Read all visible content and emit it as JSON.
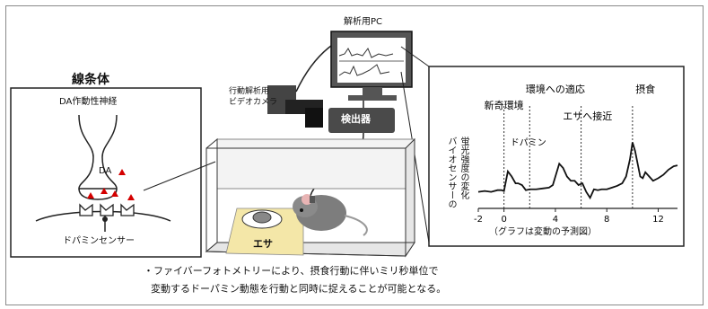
{
  "striatum": {
    "title": "線条体",
    "neuron_label": "DA作動性神経",
    "da_label": "DA",
    "sensor_label": "ドパミンセンサー"
  },
  "pc_label": "解析用PC",
  "camera_label_line1": "行動解析用",
  "camera_label_line2": "ビデオカメラ",
  "detector_label": "検出器",
  "food_label": "エサ",
  "chart_data": {
    "type": "line",
    "title": "",
    "ylabel_line1": "バイオセンサーの",
    "ylabel_line2": "蛍光強度の変化",
    "xlabel": "",
    "caption": "（グラフは変動の予測図）",
    "xticks": [
      "-2",
      "0",
      "4",
      "8",
      "12"
    ],
    "xlim": [
      -2,
      13.5
    ],
    "ylim": [
      0,
      1
    ],
    "vlines": [
      0,
      2,
      6,
      10
    ],
    "annotations": [
      {
        "text": "環境への適応",
        "x": 4
      },
      {
        "text": "新奇環境",
        "x": 0
      },
      {
        "text": "エサへ接近",
        "x": 6.5
      },
      {
        "text": "摂食",
        "x": 11
      },
      {
        "text": "ドパミン",
        "x": 0.5
      }
    ],
    "series": [
      {
        "x": [
          -2,
          -1.5,
          -1,
          -0.5,
          -0.2,
          0,
          0.3,
          0.6,
          0.9,
          1.1,
          1.4,
          1.7,
          2,
          2.5,
          3,
          3.5,
          3.8,
          4,
          4.3,
          4.6,
          4.9,
          5.2,
          5.5,
          5.8,
          6.1,
          6.4,
          6.7,
          7,
          7.3,
          7.6,
          8,
          8.4,
          8.8,
          9.2,
          9.5,
          9.8,
          10,
          10.2,
          10.4,
          10.6,
          10.8,
          11,
          11.3,
          11.6,
          12,
          12.4,
          12.8,
          13.2,
          13.5
        ],
        "y": [
          0.12,
          0.13,
          0.12,
          0.14,
          0.14,
          0.13,
          0.36,
          0.3,
          0.22,
          0.22,
          0.2,
          0.14,
          0.15,
          0.15,
          0.16,
          0.17,
          0.2,
          0.3,
          0.45,
          0.4,
          0.3,
          0.25,
          0.25,
          0.2,
          0.22,
          0.12,
          0.05,
          0.15,
          0.14,
          0.15,
          0.15,
          0.17,
          0.19,
          0.22,
          0.3,
          0.5,
          0.7,
          0.6,
          0.45,
          0.3,
          0.28,
          0.35,
          0.3,
          0.25,
          0.28,
          0.32,
          0.38,
          0.42,
          0.43
        ]
      }
    ]
  },
  "bottom_caption_line1": "・ファイバーフォトメトリーにより、摂食行動に伴いミリ秒単位で",
  "bottom_caption_line2": "変動するドーパミン動態を行動と同時に捉えることが可能となる。"
}
